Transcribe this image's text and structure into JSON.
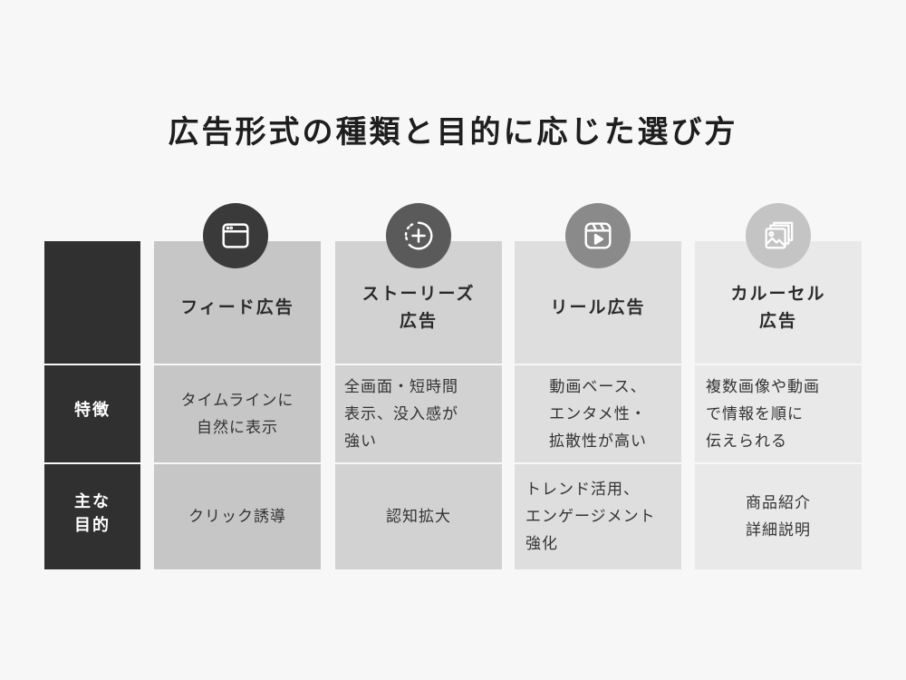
{
  "title": "広告形式の種類と目的に応じた選び方",
  "rows": {
    "features_label": "特徴",
    "purpose_label": "主な\n目的"
  },
  "columns": [
    {
      "header": "フィード広告",
      "icon": "browser-window-icon",
      "feature": "タイムラインに\n自然に表示",
      "purpose": "クリック誘導",
      "bg": "#c6c6c6",
      "icon_bg": "#3a3a3a"
    },
    {
      "header": "ストーリーズ\n広告",
      "icon": "story-plus-icon",
      "feature": "全画面・短時間\n表示、没入感が\n強い",
      "purpose": "認知拡大",
      "bg": "#d2d2d2",
      "icon_bg": "#5a5a5a"
    },
    {
      "header": "リール広告",
      "icon": "reels-play-icon",
      "feature": "動画ベース、\nエンタメ性・\n拡散性が高い",
      "purpose": "トレンド活用、\nエンゲージメント\n強化",
      "bg": "#dedede",
      "icon_bg": "#8a8a8a"
    },
    {
      "header": "カルーセル\n広告",
      "icon": "image-stack-icon",
      "feature": "複数画像や動画\nで情報を順に\n伝えられる",
      "purpose": "商品紹介\n詳細説明",
      "bg": "#e9e9e9",
      "icon_bg": "#c4c4c4"
    }
  ]
}
